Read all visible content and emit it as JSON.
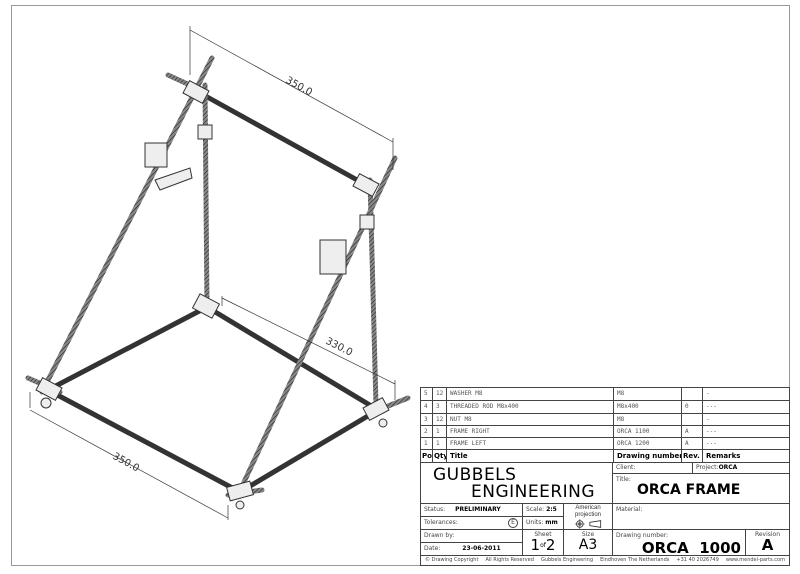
{
  "drawing": {
    "dimensions": [
      "350.0",
      "330.0",
      "350.0"
    ]
  },
  "parts_list": {
    "headers": {
      "pos": "Pos.",
      "qty": "Qty.",
      "title": "Title",
      "drawing_number": "Drawing number",
      "rev": "Rev.",
      "remarks": "Remarks"
    },
    "rows": [
      {
        "pos": "5",
        "qty": "12",
        "title": "WASHER M8",
        "drawing_number": "M8",
        "rev": "",
        "remarks": "-"
      },
      {
        "pos": "4",
        "qty": "3",
        "title": "THREADED ROD M8x400",
        "drawing_number": "M8x400",
        "rev": "0",
        "remarks": "---"
      },
      {
        "pos": "3",
        "qty": "12",
        "title": "NUT M8",
        "drawing_number": "M8",
        "rev": "",
        "remarks": "-"
      },
      {
        "pos": "2",
        "qty": "1",
        "title": "FRAME RIGHT",
        "drawing_number": "ORCA 1100",
        "rev": "A",
        "remarks": "---"
      },
      {
        "pos": "1",
        "qty": "1",
        "title": "FRAME LEFT",
        "drawing_number": "ORCA 1200",
        "rev": "A",
        "remarks": "---"
      }
    ]
  },
  "title_block": {
    "company_line1": "GUBBELS",
    "company_line2": "ENGINEERING",
    "client_label": "Client:",
    "project_label": "Project:",
    "project_value": "ORCA",
    "title_label": "Title:",
    "title_value": "ORCA FRAME",
    "status_label": "Status:",
    "status_value": "PRELIMINARY",
    "scale_label": "Scale:",
    "scale_value": "2:5",
    "projection_label": "American projection",
    "material_label": "Material:",
    "tolerances_label": "Tolerances:",
    "tolerances_symbol": "E",
    "units_label": "Units:",
    "units_value": "mm",
    "drawn_by_label": "Drawn by:",
    "sheet_label": "Sheet",
    "sheet_value": "1",
    "sheet_of": "of",
    "sheet_total": "2",
    "size_label": "Size",
    "size_value": "A3",
    "drawing_number_label": "Drawing number:",
    "drawing_number_value": "ORCA  1000",
    "revision_label": "Revision",
    "revision_value": "A",
    "date_label": "Date:",
    "date_value": "23-06-2011",
    "footer": [
      "© Drawing Copyright",
      "All Rights Reserved",
      "Gubbels Engineering",
      "Eindhoven  The Netherlands",
      "+31 40 2026749",
      "www.mendel-parts.com"
    ]
  }
}
